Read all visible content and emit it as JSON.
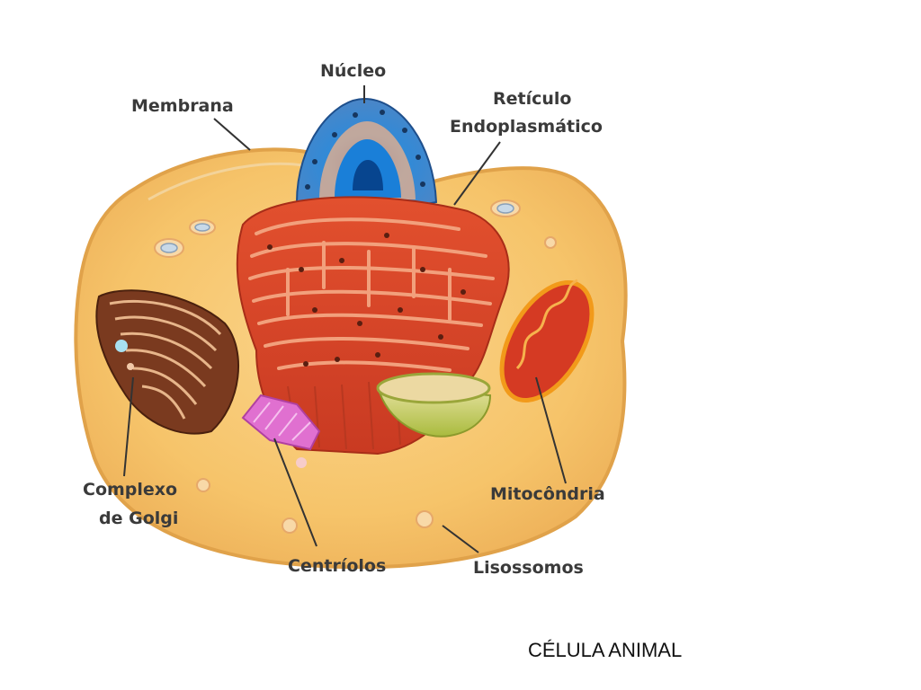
{
  "labels": {
    "nucleo": "Núcleo",
    "membrana": "Membrana",
    "reticulo_line1": "Retículo",
    "reticulo_line2": "Endoplasmático",
    "complexo_line1": "Complexo",
    "complexo_line2": "de Golgi",
    "mitocondria": "Mitocôndria",
    "centriolos": "Centríolos",
    "lisossomos": "Lisossomos"
  },
  "caption": "CÉLULA ANIMAL",
  "colors": {
    "cytoplasm": "#f6c46a",
    "membrane_edge": "#e0a24a",
    "nucleus_blue": "#2f6fb0",
    "er_red": "#d9452a",
    "golgi_brown": "#7a3a1f",
    "mitochondria_red": "#d53a23",
    "centriole_pink": "#e070d0",
    "vacuole_green": "#b8c64a"
  }
}
